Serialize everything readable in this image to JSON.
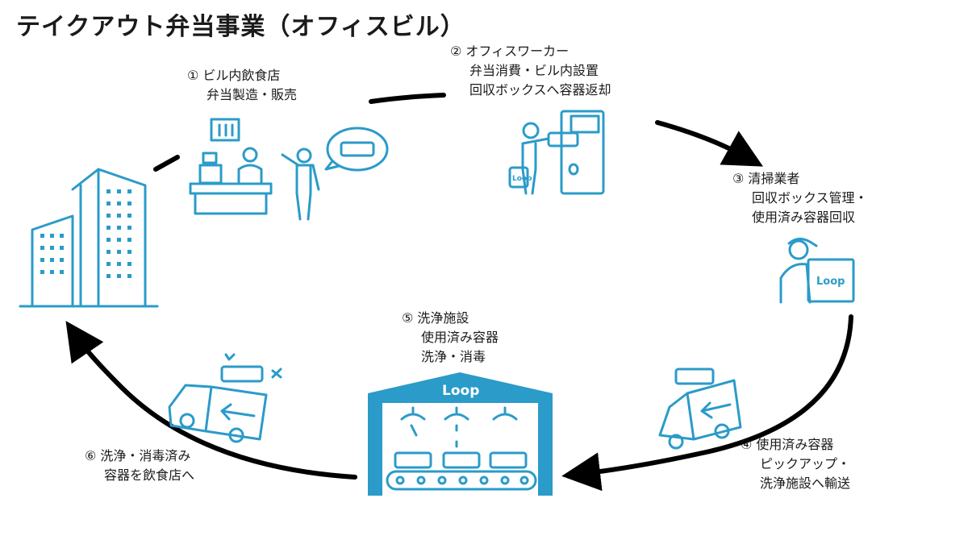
{
  "title": "テイクアウト弁当事業（オフィスビル）",
  "colors": {
    "accent": "#2b9bc9",
    "arrow": "#000000"
  },
  "steps": [
    {
      "lines": [
        "① ビル内飲食店",
        "弁当製造・販売"
      ]
    },
    {
      "lines": [
        "② オフィスワーカー",
        "弁当消費・ビル内設置",
        "回収ボックスへ容器返却"
      ]
    },
    {
      "lines": [
        "③ 清掃業者",
        "回収ボックス管理・",
        "使用済み容器回収"
      ]
    },
    {
      "lines": [
        "④ 使用済み容器",
        "ピックアップ・",
        "洗浄施設へ輸送"
      ]
    },
    {
      "lines": [
        "⑤ 洗浄施設",
        "使用済み容器",
        "洗浄・消毒"
      ]
    },
    {
      "lines": [
        "⑥ 洗浄・消毒済み",
        "容器を飲食店へ"
      ]
    }
  ],
  "icons": {
    "building": "office-building-icon",
    "restaurant": "restaurant-counter-icon",
    "worker": "office-worker-return-icon",
    "cleaner": "cleaner-carrying-box-icon",
    "truck_out": "delivery-truck-icon",
    "facility": "washing-facility-icon",
    "truck_back": "return-truck-icon"
  },
  "brand": {
    "logo_text": "Loop"
  }
}
